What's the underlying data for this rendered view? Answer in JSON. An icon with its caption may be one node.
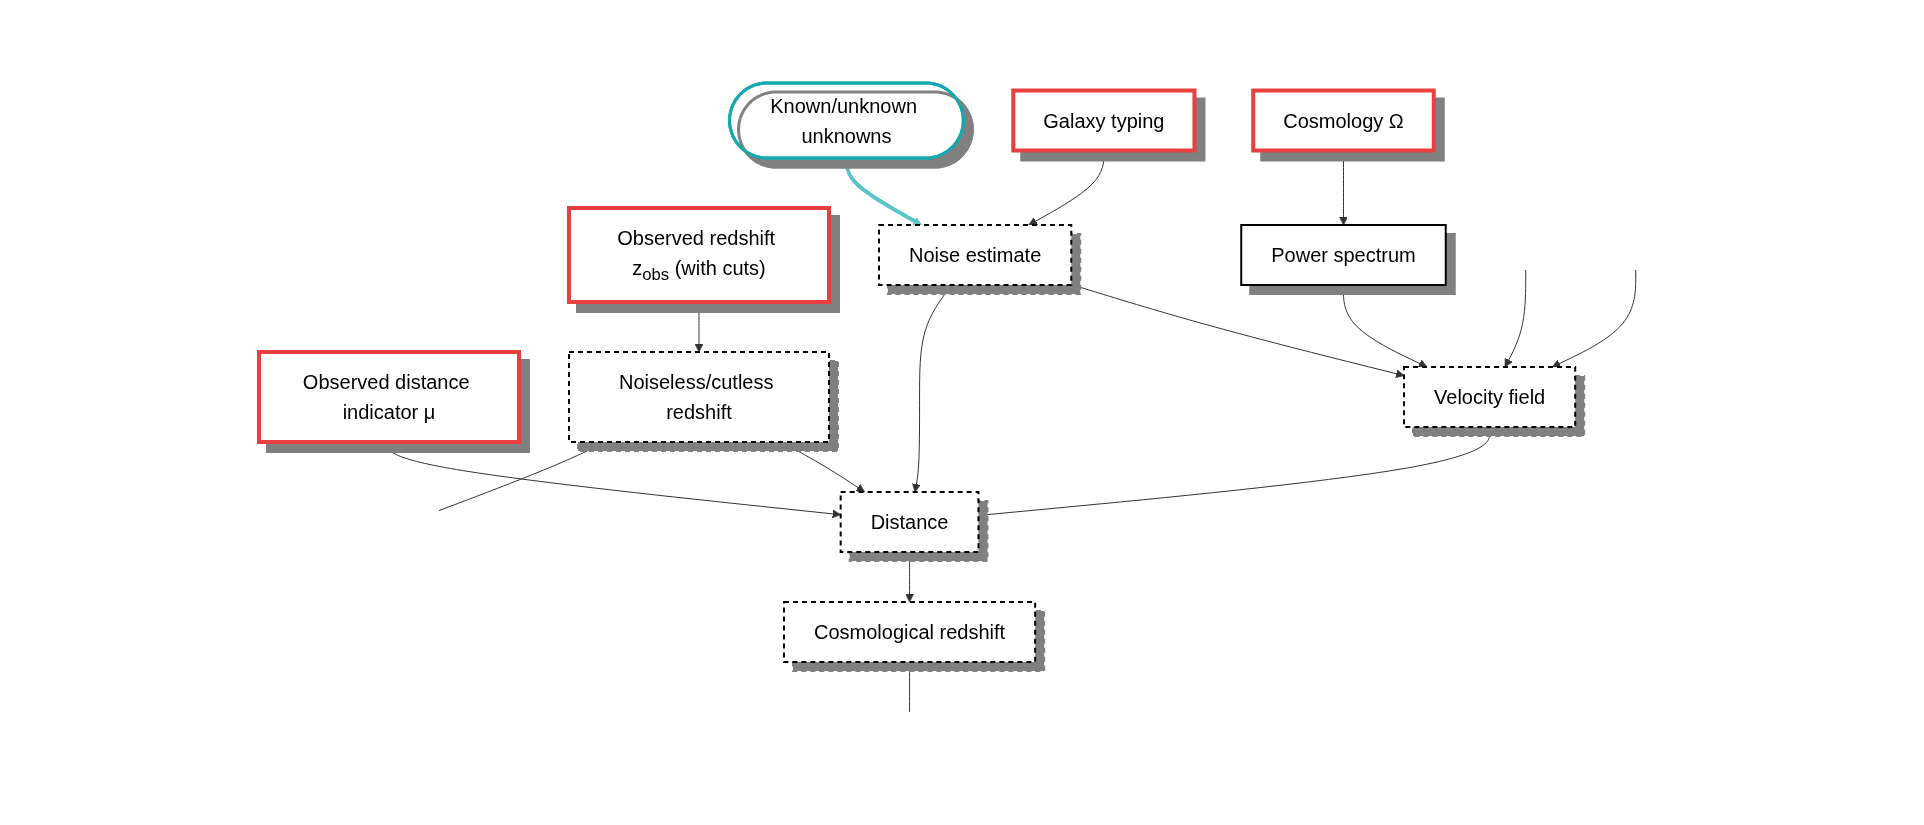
{
  "diagram": {
    "nodes": [
      {
        "text": [
          "Cosmology Ω"
        ]
      },
      {
        "text": [
          "Observed distance indicator μ"
        ]
      },
      {
        "text": [
          "Galaxy typing"
        ]
      },
      {
        "text": [
          "Observed redshift z$_{obs}$ (with cuts)"
        ]
      },
      {
        "text": [
          "Power spectrum"
        ]
      },
      {
        "text": [
          "Noise estimate"
        ]
      },
      {
        "text": [
          "Noiseless/cutless redshift"
        ]
      },
      {
        "text": [
          "Known/unknown unknowns"
        ]
      },
      {
        "text": [
          "Velocity field"
        ]
      },
      {
        "text": [
          "Distance"
        ]
      },
      {
        "text": [
          "Cosmological redshift"
        ]
      }
    ],
    "edges": [
      {
        "from": 0,
        "to": 4,
        "arrow": "to"
      },
      {
        "from": 1,
        "to": 9,
        "arrow": "to"
      },
      {
        "from": 2,
        "to": 5,
        "arrow": "to"
      },
      {
        "from": 3,
        "to": 6,
        "arrow": "to"
      },
      {
        "from": 4,
        "to": 8,
        "arrow": "to"
      },
      {
        "from": 5,
        "to": 8,
        "arrow": "to"
      },
      {
        "from": 5,
        "to": 9,
        "arrow": "to"
      },
      {
        "from": 6,
        "to": 9,
        "arrow": "to"
      },
      {
        "from": 7,
        "to": 5,
        "arrow": "to",
        "style": "thick",
        "color": "#5bc4c6"
      },
      {
        "from": 8,
        "to": 9,
        "arrow": "to"
      },
      {
        "from": 9,
        "to": 10,
        "arrow": "to"
      },
      {
        "from": null,
        "to": 8,
        "arrow": "to"
      },
      {
        "from": null,
        "to": 8,
        "arrow": "to"
      },
      {
        "from": 6,
        "to": null,
        "arrow": "none"
      },
      {
        "from": 10,
        "to": null,
        "arrow": "none"
      }
    ]
  }
}
